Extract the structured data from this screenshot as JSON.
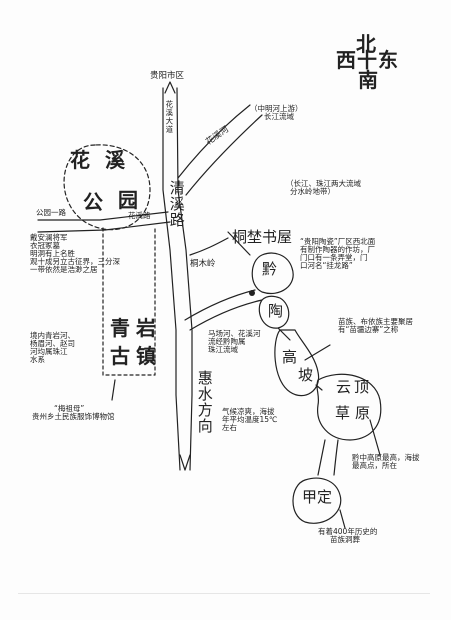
{
  "compass": {
    "north": "北",
    "west": "西",
    "center": "十",
    "east": "东",
    "south": "南"
  },
  "places": {
    "huaxi_park": "花溪公园",
    "huaxi_park_chars": [
      "花",
      "溪",
      "公",
      "园"
    ],
    "qingyan": "青岩古镇",
    "qingyan_chars": [
      "青",
      "岩",
      "古",
      "镇"
    ],
    "qian": "黔",
    "tao": "陶",
    "gaopo": "高坡",
    "gaopo_chars": [
      "高",
      "坡"
    ],
    "yunding": "云顶草原",
    "yunding_chars": [
      "云",
      "顶",
      "草",
      "原"
    ],
    "jiading": "甲定",
    "guiyang": "贵阳市区",
    "tongmu": "桐木岭",
    "tongzi": "桐埜书屋",
    "qingxilu": "清溪路",
    "huixilu": "惠水方向",
    "huaxi_dadao": "花溪大道",
    "huaxi_he": "花溪河",
    "park_road": "公园一路",
    "inner_road": "花溪路"
  },
  "notes": {
    "zhenyuan": [
      "（中明河上游）",
      "长江流域"
    ],
    "watershed": [
      "（长江、珠江两大流域",
      "分水岭地带）"
    ],
    "daian": [
      "戴安澜将军",
      "衣冠冢墓",
      "明洞有上名胜",
      "观十成另立古征界，三分深",
      "一带依然是浩渺之居"
    ],
    "guiyang_crafts": [
      "“贵阳陶瓷”厂区西北面",
      "有制作陶器的作坊，厂",
      "门口有一条弄堂，门",
      "口河名“挂龙路”"
    ],
    "qingyan_rivers": [
      "境内青岩河、",
      "杨眉河、赵司",
      "河均属珠江",
      "水系"
    ],
    "river_flow": [
      "马场河、花溪河",
      "流经黔陶属",
      "珠江流域"
    ],
    "gaopo_note": [
      "苗族、布依族主要聚居",
      "有“苗疆边寨”之称"
    ],
    "altitude": [
      "气候凉爽，海拔",
      "年平均温度15℃",
      "左右"
    ],
    "yunding_note": [
      "黔中高原最高，海拔",
      "最高点，所在"
    ],
    "jiading_note": [
      "有着400年历史的",
      "苗族洞葬"
    ],
    "museum": [
      "“梅祖母”",
      "贵州乡土民族服饰博物馆"
    ]
  }
}
